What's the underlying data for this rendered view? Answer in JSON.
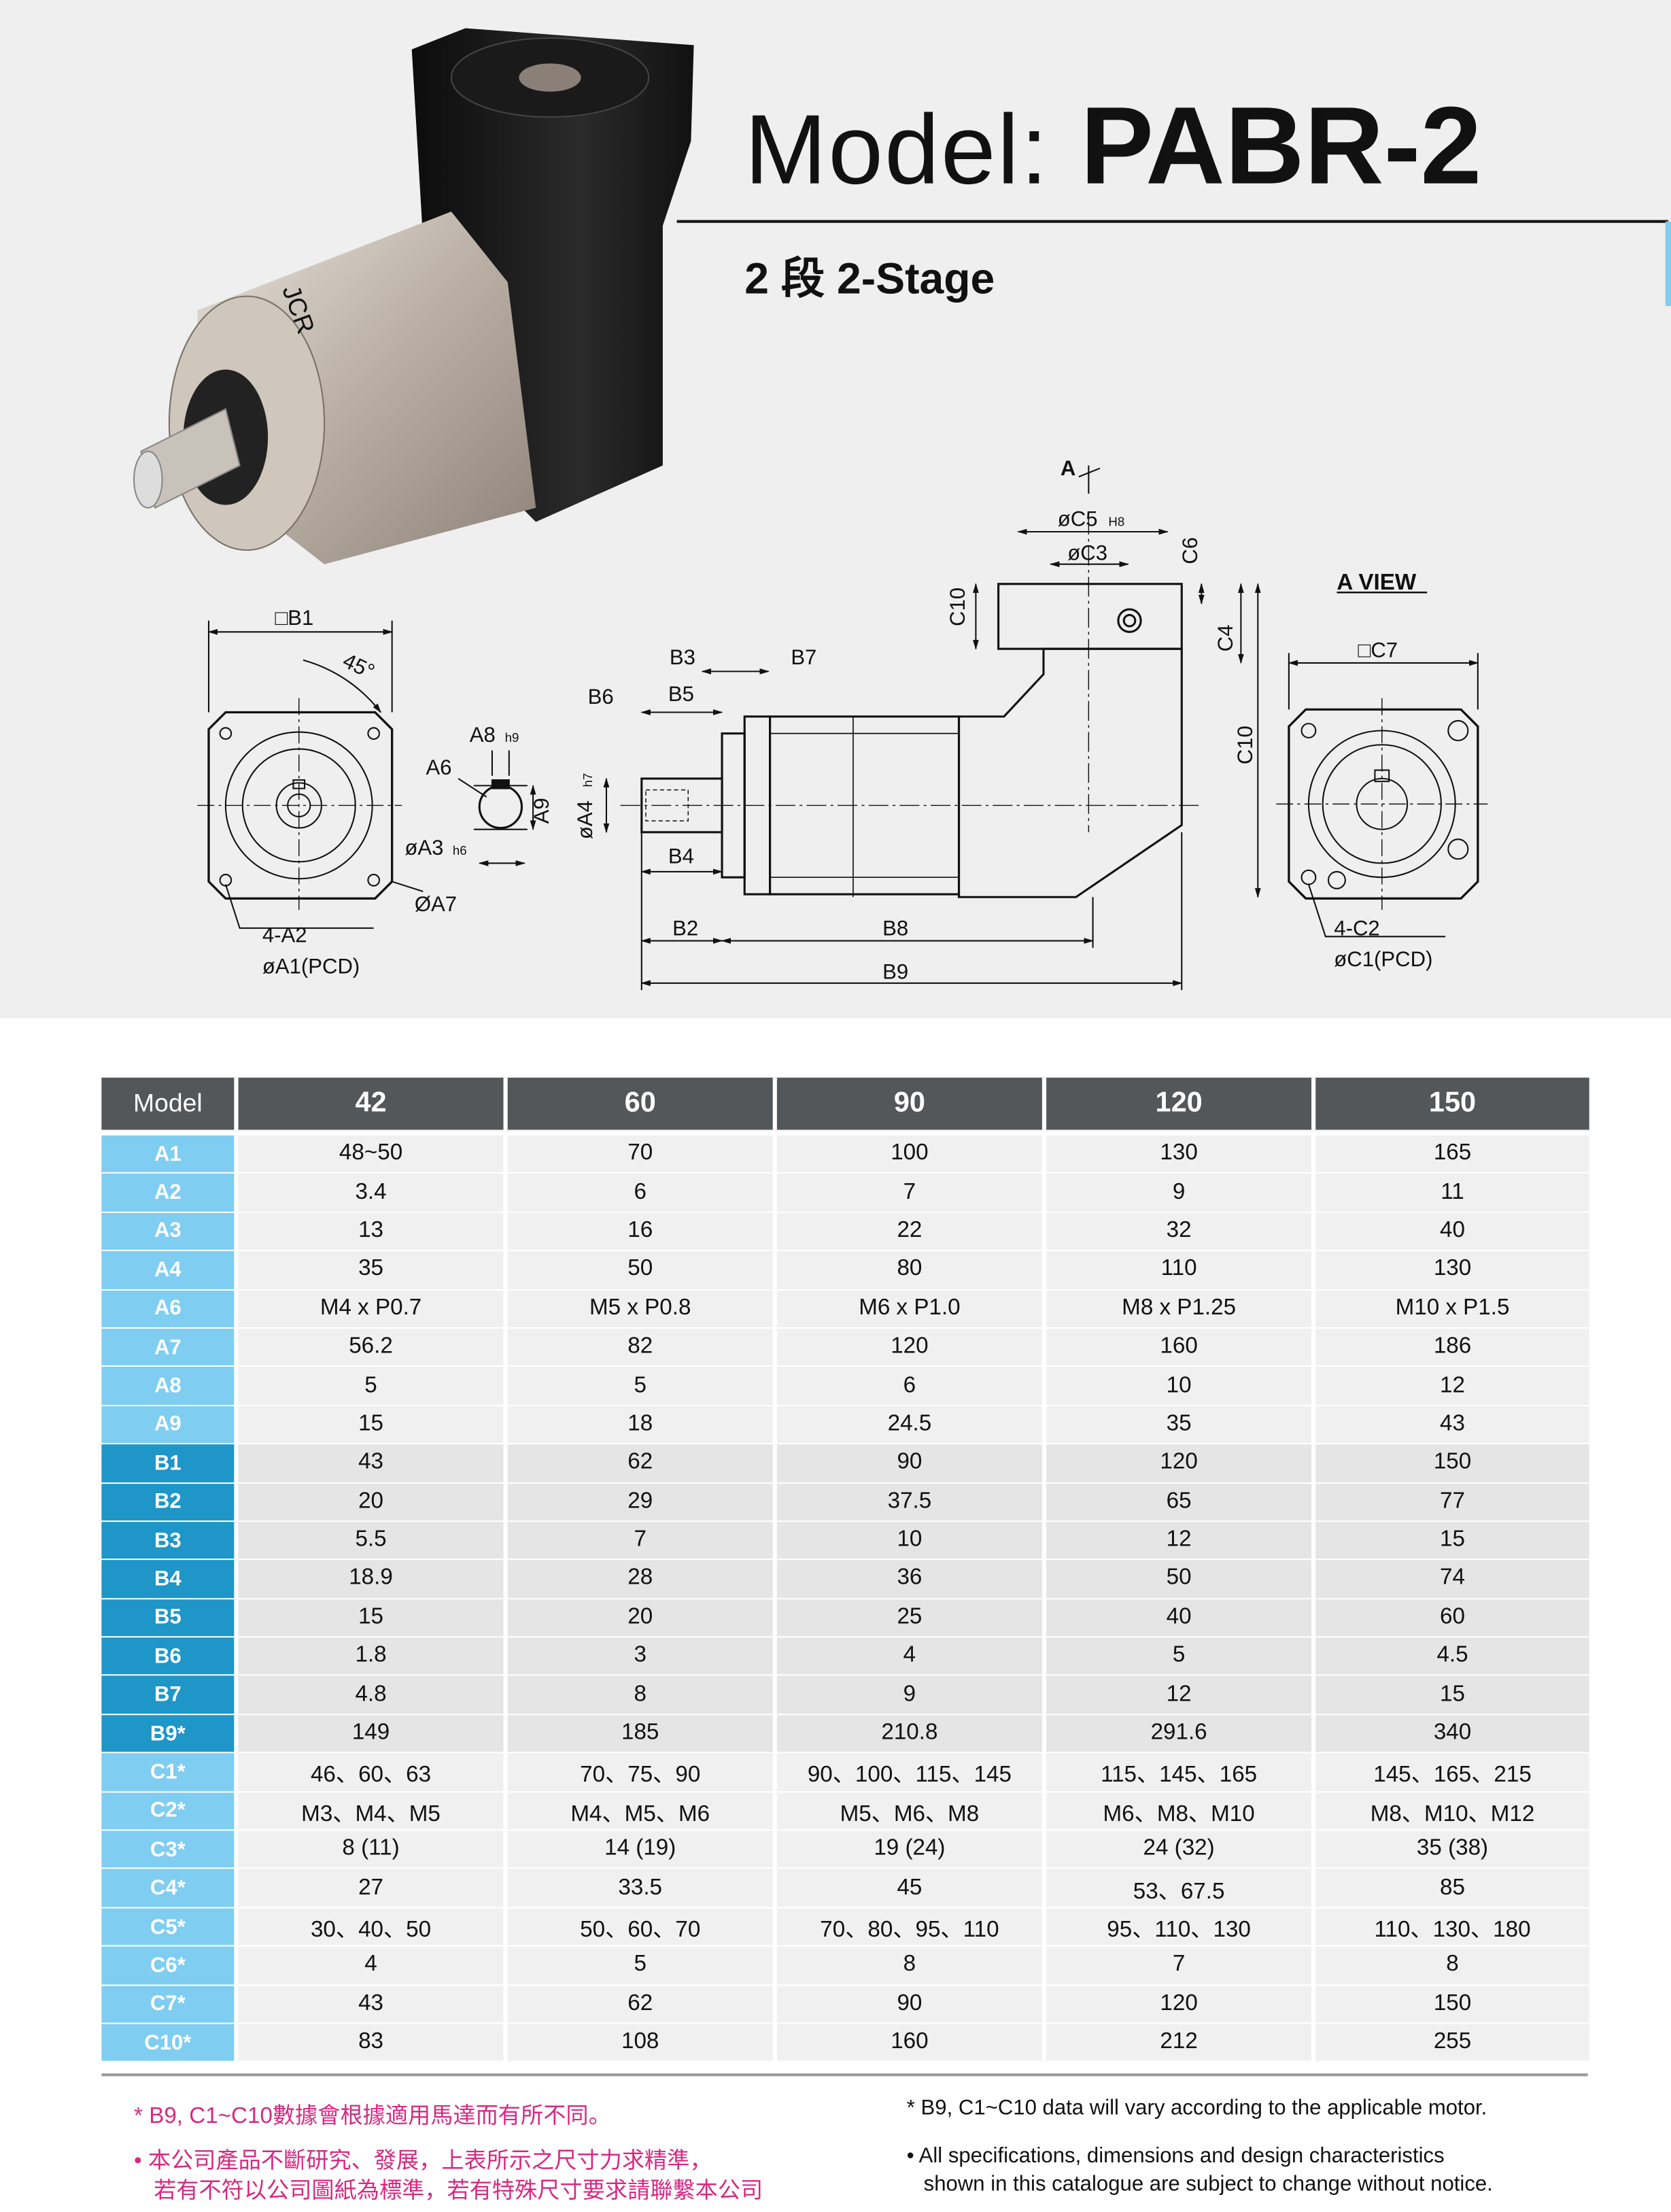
{
  "header": {
    "model_label": "Model:",
    "model_name": "PABR-2",
    "stage": "2 段  2-Stage"
  },
  "colors": {
    "header_bg": "#54575a",
    "group_a_label": "#7fcdf1",
    "group_b_label": "#1e96c8",
    "group_c_label": "#7fcdf1",
    "note_pink": "#d62a82"
  },
  "photo": {
    "brand_marking": "JCR"
  },
  "drawing": {
    "front": {
      "b1": "□B1",
      "angle": "45°",
      "a2": "4-A2",
      "a1": "øA1(PCD)",
      "a7": "ØA7"
    },
    "shaft": {
      "a8": "A8",
      "a8_tol": "h9",
      "a6": "A6",
      "a9": "A9",
      "a3": "øA3",
      "a3_tol": "h6",
      "a4": "øA4",
      "a4_tol": "h7"
    },
    "side": {
      "b3": "B3",
      "b7": "B7",
      "b6": "B6",
      "b5": "B5",
      "b4": "B4",
      "b2": "B2",
      "b8": "B8",
      "b9": "B9",
      "a_arrow": "A",
      "c5": "øC5",
      "c5_tol": "H8",
      "c3": "øC3",
      "c6": "C6",
      "c10_top": "C10",
      "c4": "C4",
      "c10_side": "C10"
    },
    "aview": {
      "title": "A VIEW",
      "c7": "□C7",
      "c2": "4-C2",
      "c1": "øC1(PCD)"
    }
  },
  "table": {
    "header": [
      "Model",
      "42",
      "60",
      "90",
      "120",
      "150"
    ],
    "rows": [
      {
        "label": "A1",
        "group": "A",
        "values": [
          "48~50",
          "70",
          "100",
          "130",
          "165"
        ]
      },
      {
        "label": "A2",
        "group": "A",
        "values": [
          "3.4",
          "6",
          "7",
          "9",
          "11"
        ]
      },
      {
        "label": "A3",
        "group": "A",
        "values": [
          "13",
          "16",
          "22",
          "32",
          "40"
        ]
      },
      {
        "label": "A4",
        "group": "A",
        "values": [
          "35",
          "50",
          "80",
          "110",
          "130"
        ]
      },
      {
        "label": "A6",
        "group": "A",
        "values": [
          "M4 x P0.7",
          "M5 x P0.8",
          "M6 x P1.0",
          "M8 x P1.25",
          "M10 x P1.5"
        ]
      },
      {
        "label": "A7",
        "group": "A",
        "values": [
          "56.2",
          "82",
          "120",
          "160",
          "186"
        ]
      },
      {
        "label": "A8",
        "group": "A",
        "values": [
          "5",
          "5",
          "6",
          "10",
          "12"
        ]
      },
      {
        "label": "A9",
        "group": "A",
        "values": [
          "15",
          "18",
          "24.5",
          "35",
          "43"
        ]
      },
      {
        "label": "B1",
        "group": "B",
        "values": [
          "43",
          "62",
          "90",
          "120",
          "150"
        ]
      },
      {
        "label": "B2",
        "group": "B",
        "values": [
          "20",
          "29",
          "37.5",
          "65",
          "77"
        ]
      },
      {
        "label": "B3",
        "group": "B",
        "values": [
          "5.5",
          "7",
          "10",
          "12",
          "15"
        ]
      },
      {
        "label": "B4",
        "group": "B",
        "values": [
          "18.9",
          "28",
          "36",
          "50",
          "74"
        ]
      },
      {
        "label": "B5",
        "group": "B",
        "values": [
          "15",
          "20",
          "25",
          "40",
          "60"
        ]
      },
      {
        "label": "B6",
        "group": "B",
        "values": [
          "1.8",
          "3",
          "4",
          "5",
          "4.5"
        ]
      },
      {
        "label": "B7",
        "group": "B",
        "values": [
          "4.8",
          "8",
          "9",
          "12",
          "15"
        ]
      },
      {
        "label": "B9*",
        "group": "B",
        "values": [
          "149",
          "185",
          "210.8",
          "291.6",
          "340"
        ]
      },
      {
        "label": "C1*",
        "group": "C",
        "values": [
          "46、60、63",
          "70、75、90",
          "90、100、115、145",
          "115、145、165",
          "145、165、215"
        ]
      },
      {
        "label": "C2*",
        "group": "C",
        "values": [
          "M3、M4、M5",
          "M4、M5、M6",
          "M5、M6、M8",
          "M6、M8、M10",
          "M8、M10、M12"
        ]
      },
      {
        "label": "C3*",
        "group": "C",
        "values": [
          "8 (11)",
          "14 (19)",
          "19 (24)",
          "24 (32)",
          "35 (38)"
        ]
      },
      {
        "label": "C4*",
        "group": "C",
        "values": [
          "27",
          "33.5",
          "45",
          "53、67.5",
          "85"
        ]
      },
      {
        "label": "C5*",
        "group": "C",
        "values": [
          "30、40、50",
          "50、60、70",
          "70、80、95、110",
          "95、110、130",
          "110、130、180"
        ]
      },
      {
        "label": "C6*",
        "group": "C",
        "values": [
          "4",
          "5",
          "8",
          "7",
          "8"
        ]
      },
      {
        "label": "C7*",
        "group": "C",
        "values": [
          "43",
          "62",
          "90",
          "120",
          "150"
        ]
      },
      {
        "label": "C10*",
        "group": "C",
        "values": [
          "83",
          "108",
          "160",
          "212",
          "255"
        ]
      }
    ]
  },
  "notes": {
    "zh_1": "* B9, C1~C10數據會根據適用馬達而有所不同。",
    "zh_2a": "• 本公司產品不斷研究、發展，上表所示之尺寸力求精準，",
    "zh_2b": "若有不符以公司圖紙為標準，若有特殊尺寸要求請聯繫本公司",
    "en_1": "* B9, C1~C10 data will vary according to the applicable motor.",
    "en_2a": "• All specifications, dimensions and design characteristics",
    "en_2b": "shown in this catalogue are subject to change without notice."
  }
}
